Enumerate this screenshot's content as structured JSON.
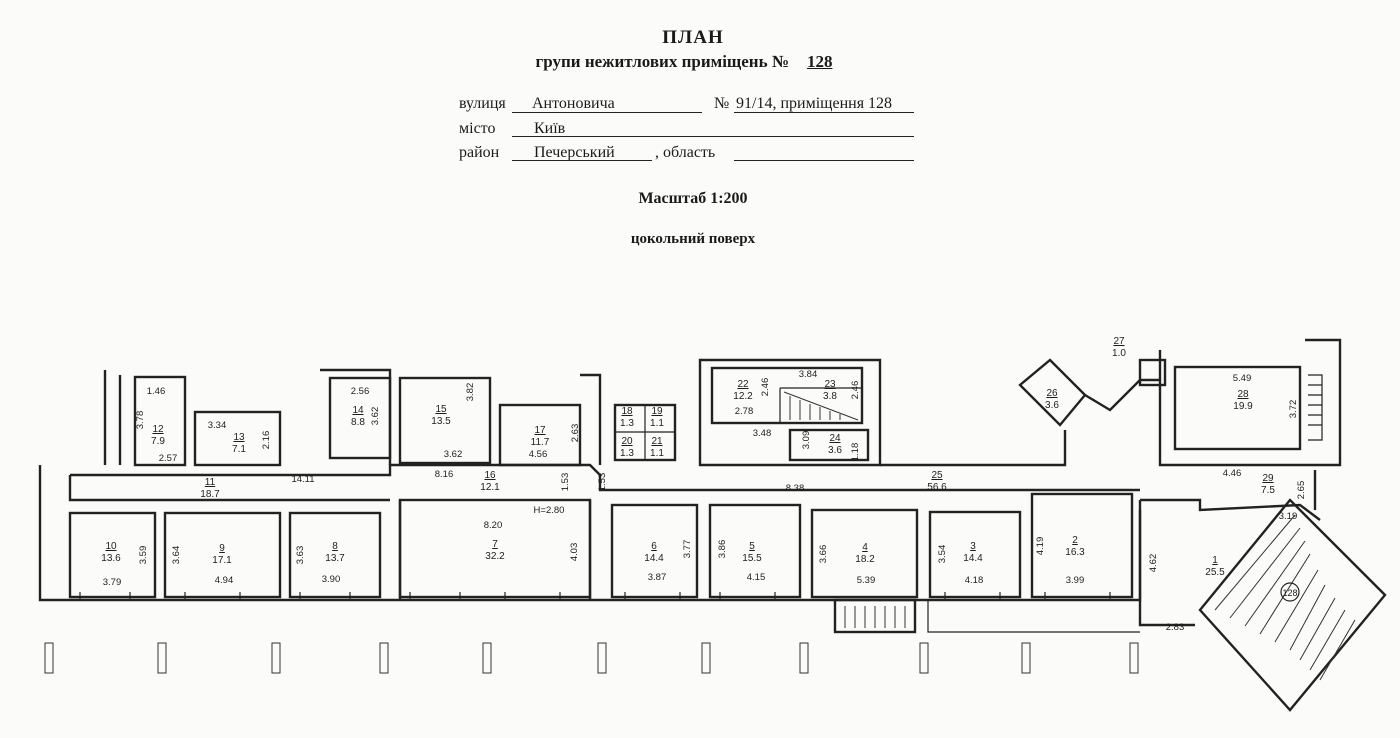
{
  "header": {
    "title": "ПЛАН",
    "subtitle_prefix": "групи нежитлових приміщень №",
    "group_number": "128"
  },
  "address": {
    "street_label": "вулиця",
    "street_value": "Антоновича",
    "number_label": "№",
    "number_value": "91/14, приміщення 128",
    "city_label": "місто",
    "city_value": "Київ",
    "district_label": "район",
    "district_value": "Печерський",
    "region_label": ", область",
    "region_value": ""
  },
  "scale_text": "Масштаб 1:200",
  "floor_text": "цокольний поверх",
  "rooms": [
    {
      "no": "1",
      "area": "25.5"
    },
    {
      "no": "2",
      "area": "16.3"
    },
    {
      "no": "3",
      "area": "14.4"
    },
    {
      "no": "4",
      "area": "18.2"
    },
    {
      "no": "5",
      "area": "15.5"
    },
    {
      "no": "6",
      "area": "14.4"
    },
    {
      "no": "7",
      "area": "32.2"
    },
    {
      "no": "8",
      "area": "13.7"
    },
    {
      "no": "9",
      "area": "17.1"
    },
    {
      "no": "10",
      "area": "13.6"
    },
    {
      "no": "11",
      "area": "18.7"
    },
    {
      "no": "12",
      "area": "7.9"
    },
    {
      "no": "13",
      "area": "7.1"
    },
    {
      "no": "14",
      "area": "8.8"
    },
    {
      "no": "15",
      "area": "13.5"
    },
    {
      "no": "16",
      "area": "12.1"
    },
    {
      "no": "17",
      "area": "11.7"
    },
    {
      "no": "18",
      "area": "1.3"
    },
    {
      "no": "19",
      "area": "1.1"
    },
    {
      "no": "20",
      "area": "1.3"
    },
    {
      "no": "21",
      "area": "1.1"
    },
    {
      "no": "22",
      "area": "12.2"
    },
    {
      "no": "23",
      "area": "3.8"
    },
    {
      "no": "24",
      "area": "3.6"
    },
    {
      "no": "25",
      "area": "56.6"
    },
    {
      "no": "26",
      "area": "3.6"
    },
    {
      "no": "27",
      "area": "1.0"
    },
    {
      "no": "28",
      "area": "19.9"
    },
    {
      "no": "29",
      "area": "7.5"
    }
  ],
  "dimensions": [
    "1.46",
    "3.78",
    "2.57",
    "3.34",
    "2.16",
    "2.56",
    "3.62",
    "3.82",
    "3.62",
    "2.63",
    "4.56",
    "8.16",
    "1.53",
    "1.53",
    "14.11",
    "3.59",
    "3.79",
    "3.64",
    "4.94",
    "3.63",
    "3.90",
    "8.20",
    "H=2.80",
    "4.03",
    "3.77",
    "3.87",
    "3.86",
    "4.15",
    "3.66",
    "5.39",
    "3.54",
    "4.18",
    "4.19",
    "3.99",
    "8.38",
    "3.84",
    "2.46",
    "2.46",
    "2.78",
    "3.48",
    "3.09",
    "1.18",
    "5.49",
    "3.72",
    "4.46",
    "2.65",
    "3.19",
    "4.62",
    "2.83"
  ],
  "entrance_badge": "128"
}
